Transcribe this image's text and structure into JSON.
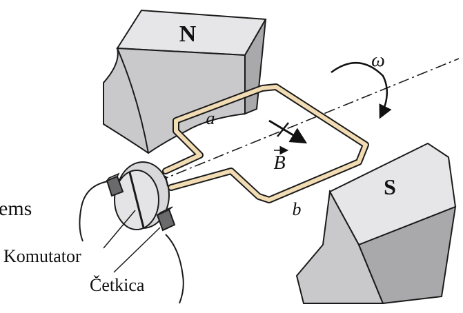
{
  "labels": {
    "north": "N",
    "south": "S",
    "omega": "ω",
    "side_a": "a",
    "side_b": "b",
    "field": "B",
    "cut_text": "ems",
    "commutator": "Komutator",
    "brush": "Četkica"
  },
  "colors": {
    "magnet_front": "#c9c9cb",
    "magnet_top": "#e6e6e8",
    "magnet_side": "#a9a9ac",
    "coil": "#f2dcb4",
    "outline": "#1a1a1a"
  },
  "icons": {
    "rotation": "curved-arrow-icon",
    "field_arrow": "arrow-icon"
  }
}
